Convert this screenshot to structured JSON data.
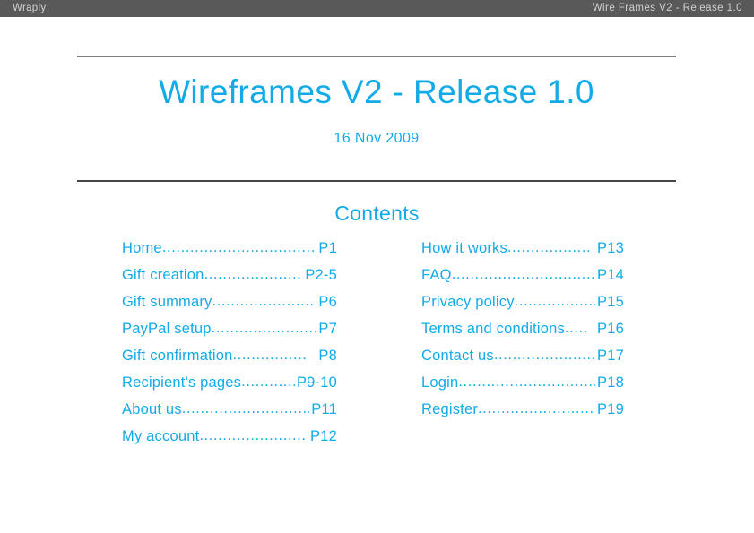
{
  "topbar": {
    "left_label": "Wraply",
    "right_label": "Wire Frames V2 - Release 1.0"
  },
  "slide": {
    "title": "Wireframes V2 - Release 1.0",
    "date": "16 Nov 2009",
    "contents_heading": "Contents"
  },
  "toc": {
    "left_column": [
      {
        "label": "Home",
        "dots": "....................................",
        "page": "P1"
      },
      {
        "label": "Gift creation",
        "dots": "........................",
        "page": "P2-5"
      },
      {
        "label": "Gift summary",
        "dots": ".......................",
        "page": "P6"
      },
      {
        "label": "PayPal setup",
        "dots": "........................",
        "page": "P7"
      },
      {
        "label": "Gift confirmation",
        "dots": "................",
        "page": "P8"
      },
      {
        "label": "Recipient's pages",
        "dots": ".................",
        "page": "P9-10"
      },
      {
        "label": "About us",
        "dots": ".............................",
        "page": "P11"
      },
      {
        "label": "My account",
        "dots": ".........................",
        "page": "P12"
      }
    ],
    "right_column": [
      {
        "label": "How it works",
        "dots": "..................",
        "page": "P13"
      },
      {
        "label": "FAQ",
        "dots": "...................................",
        "page": "P14"
      },
      {
        "label": "Privacy policy",
        "dots": "..................",
        "page": "P15"
      },
      {
        "label": "Terms and conditions",
        "dots": ".....",
        "page": "P16"
      },
      {
        "label": "Contact us",
        "dots": "........................",
        "page": "P17"
      },
      {
        "label": "Login",
        "dots": ".................................",
        "page": "P18"
      },
      {
        "label": "Register",
        "dots": "...........................",
        "page": "P19"
      }
    ]
  },
  "colors": {
    "accent_cyan": "#12ABE8",
    "topbar_background": "#595959",
    "topbar_text": "#d2d2d2",
    "rule_top": "#808080",
    "rule_bottom": "#454545",
    "page_background": "#ffffff"
  }
}
